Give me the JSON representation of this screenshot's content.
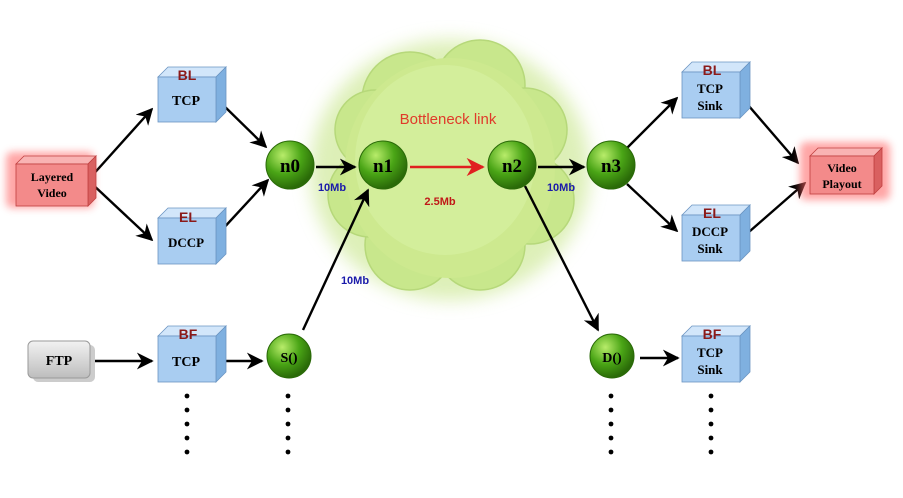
{
  "cloud": {
    "label": "Bottleneck link"
  },
  "nodes": {
    "n0": "n0",
    "n1": "n1",
    "n2": "n2",
    "n3": "n3",
    "s": "S()",
    "d": "D()"
  },
  "links": {
    "n0_n1": "10Mb",
    "n1_n2": "2.5Mb",
    "n2_n3": "10Mb",
    "s_n1": "10Mb"
  },
  "boxes": {
    "bl_tcp": {
      "tag": "BL",
      "line1": "TCP",
      "line2": ""
    },
    "el_dccp": {
      "tag": "EL",
      "line1": "DCCP",
      "line2": ""
    },
    "bf_tcp": {
      "tag": "BF",
      "line1": "TCP",
      "line2": ""
    },
    "bl_sink": {
      "tag": "BL",
      "line1": "TCP",
      "line2": "Sink"
    },
    "el_sink": {
      "tag": "EL",
      "line1": "DCCP",
      "line2": "Sink"
    },
    "bf_sink": {
      "tag": "BF",
      "line1": "TCP",
      "line2": "Sink"
    }
  },
  "sources": {
    "layered_video": {
      "line1": "Layered",
      "line2": "Video"
    },
    "video_playout": {
      "line1": "Video",
      "line2": "Playout"
    },
    "ftp": "FTP"
  },
  "colors": {
    "tag": "#8b1a1a",
    "bandwidth": "#1a1aaa",
    "bottleneck": "#e02020",
    "node": "#3f9a10",
    "box_front": "#a9cdf1",
    "red_box": "#f38a8a"
  }
}
